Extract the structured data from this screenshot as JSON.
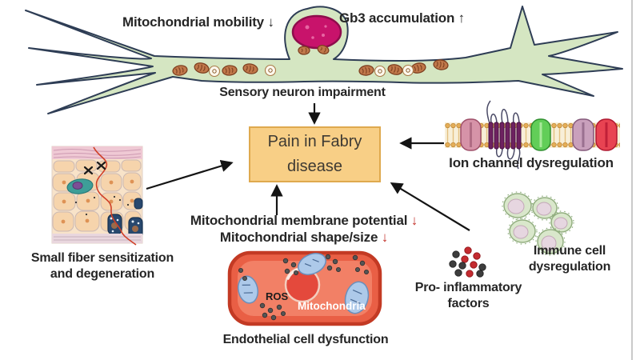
{
  "figure": {
    "neuron": {
      "mobility_label": "Mitochondrial mobility ↓",
      "gb3_label": "Gb3 accumulation ↑",
      "impairment_label": "Sensory neuron impairment"
    },
    "center_box": {
      "line1": "Pain in Fabry",
      "line2": "disease"
    },
    "ion_channel": {
      "caption": "Ion channel dysregulation"
    },
    "small_fiber": {
      "line1": "Small fiber sensitization",
      "line2": "and degeneration"
    },
    "mito_changes": {
      "line1": "Mitochondrial membrane potential",
      "line2": "Mitochondrial shape/size",
      "down_arrow": "↓"
    },
    "endothelial": {
      "ros": "ROS",
      "mitochondria": "Mitochondria",
      "caption": "Endothelial cell dysfunction"
    },
    "inflammatory": {
      "line1": "Pro- inflammatory",
      "line2": "factors"
    },
    "immune": {
      "line1": "Immune cell",
      "line2": "dysregulation"
    }
  },
  "colors": {
    "box_fill": "#F8CF86",
    "box_border": "#DFA94E",
    "neuron_fill": "#D5E6C2",
    "neuron_outline": "#2E3D55",
    "nucleus_magenta": "#C8136B",
    "red_arrow": "#C3342B",
    "endothelial_fill": "#EE6A50",
    "endothelial_border": "#C33A24",
    "immune_cell_fill": "#D9E7CB",
    "membrane_tan": "#E5AE58",
    "mitochondrion_brown": "#C0784A",
    "blue_mitochondrion": "#ADC9E9",
    "text": "#262626"
  }
}
